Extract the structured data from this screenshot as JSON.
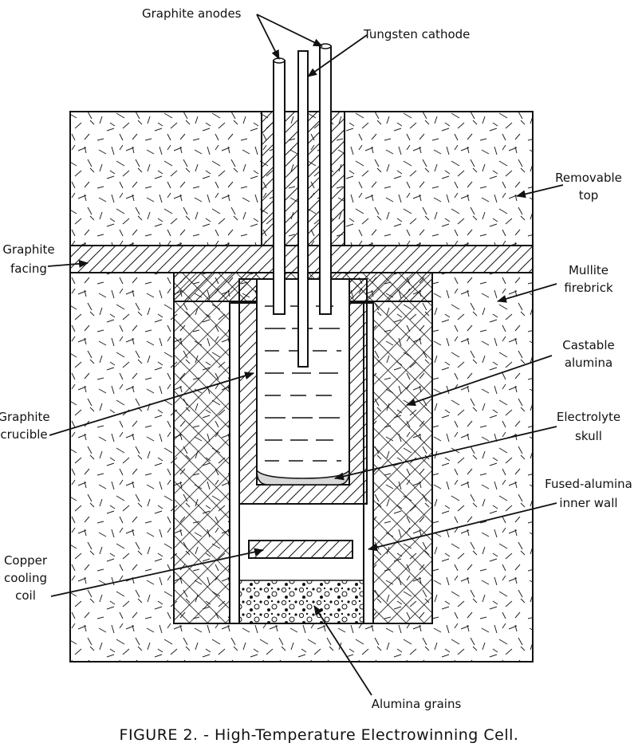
{
  "labels": {
    "graphite_anodes": "Graphite anodes",
    "tungsten_cathode": "Tungsten cathode",
    "removable_top_1": "Removable",
    "removable_top_2": "top",
    "graphite_facing_1": "Graphite",
    "graphite_facing_2": "facing",
    "mullite_firebrick_1": "Mullite",
    "mullite_firebrick_2": "firebrick",
    "castable_alumina_1": "Castable",
    "castable_alumina_2": "alumina",
    "graphite_crucible_1": "Graphite",
    "graphite_crucible_2": "crucible",
    "electrolyte_skull_1": "Electrolyte",
    "electrolyte_skull_2": "skull",
    "fused_alumina_1": "Fused-alumina",
    "fused_alumina_2": "inner wall",
    "copper_cooling_1": "Copper",
    "copper_cooling_2": "cooling",
    "copper_cooling_3": "coil",
    "alumina_grains": "Alumina grains"
  },
  "caption": "FIGURE 2. - High-Temperature Electrowinning Cell.",
  "colors": {
    "ink": "#111111",
    "paper": "#ffffff",
    "skull": "#d8d8d8"
  }
}
